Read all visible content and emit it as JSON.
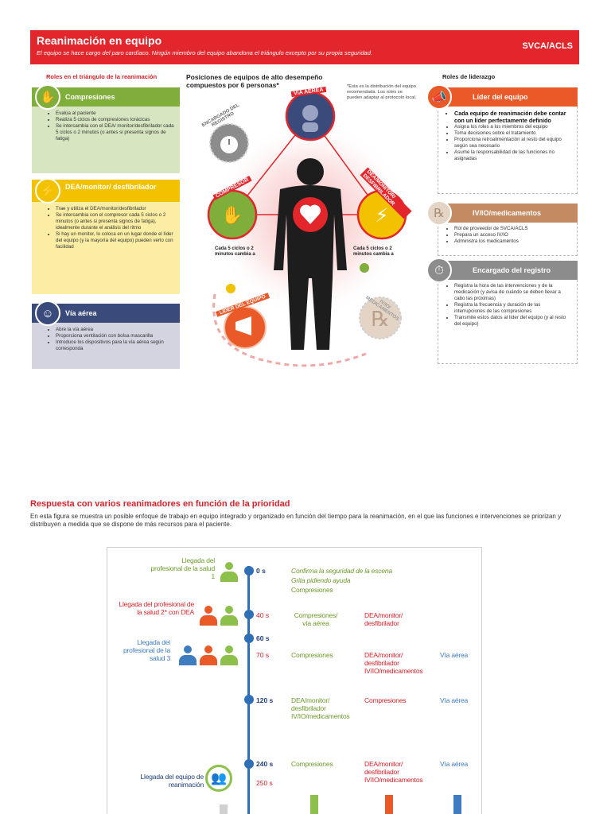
{
  "banner": {
    "title": "Reanimación en equipo",
    "subtitle": "El equipo se hace cargo del paro cardíaco. Ningún miembro del equipo abandona el triángulo excepto por su propia seguridad.",
    "brand": "SVCA/ACLS"
  },
  "left": {
    "heading": "Roles en el triángulo de la reanimación",
    "compresiones": {
      "title": "Compresiones",
      "items": [
        "Evalúa al paciente",
        "Realiza 5 ciclos de compresiones torácicas",
        "Se intercambia con el DEA/ monitor/desfibrilador cada 5 ciclos o 2 minutos (o antes si presenta signos de fatiga)"
      ]
    },
    "dea": {
      "title": "DEA/monitor/ desfibrilador",
      "items": [
        "Trae y utiliza el DEA/monitor/desfibrilador",
        "Se intercambia con el compresor cada 5 ciclos o 2 minutos (o antes si presenta signos de fatiga), idealmente durante el análisis del ritmo",
        "Si hay un monitor, lo coloca en un lugar donde el líder del equipo (y la mayoría del equipo) pueden verlo con facilidad"
      ]
    },
    "via": {
      "title": "Vía aérea",
      "items": [
        "Abre la vía aérea",
        "Proporciona ventilación con bolsa mascarilla",
        "Introduce los dispositivos para la vía aérea según corresponda"
      ]
    }
  },
  "center": {
    "heading": "Posiciones de equipos de alto desempeño compuestos por 6 personas*",
    "note": "*Esta es la distribución del equipo recomendada. Los roles se pueden adaptar al protocolo local.",
    "roles": {
      "via_aerea": "VÍA AÉREA",
      "registro": "ENCARGADO DEL REGISTRO",
      "compresor": "COMPRESOR",
      "dea": "DEA/MONITOR/ DESFIBRILADOR",
      "lider": "LÍDER DEL EQUIPO",
      "medicamentos": "IV/IO/ MEDICAMENTOS"
    },
    "swap_left": "Cada 5 ciclos o 2 minutos cambia a",
    "swap_right": "Cada 5 ciclos o 2 minutos cambia a"
  },
  "right": {
    "heading": "Roles de liderazgo",
    "lider": {
      "title": "Líder del equipo",
      "lead": "Cada equipo de reanimación debe contar con un líder perfectamente definido",
      "items": [
        "Asigna los roles a los miembros del equipo",
        "Toma decisiones sobre el tratamiento",
        "Proporciona retroalimentación al resto del equipo según sea necesario",
        "Asume la responsabilidad de las funciones no asignadas"
      ]
    },
    "medicamentos": {
      "title": "IV/IO/medicamentos",
      "items": [
        "Rol de proveedor de SVCA/ACLS",
        "Prepara un acceso IV/IO",
        "Administra los medicamentos"
      ]
    },
    "registro": {
      "title": "Encargado del registro",
      "items": [
        "Registra la hora de las intervenciones y de la medicación (y avisa de cuándo se deben llevar a cabo las próximas)",
        "Registra la frecuencia y duración de las interrupciones de las compresiones",
        "Transmite estos datos al líder del equipo (y al resto del equipo)"
      ]
    }
  },
  "section2": {
    "title": "Respuesta con varios reanimadores en función de la prioridad",
    "desc": "En esta figura se muestra un posible enfoque de trabajo en equipo integrado y organizado en función del tiempo para la reanimación, en el que las funciones e intervenciones se priorizan y distribuyen a medida que se dispone de más recursos para el paciente."
  },
  "timeline": {
    "arrival1": "Llegada del profesional de la salud 1",
    "arrival2": "Llegada del profesional de la salud 2* con DEA",
    "arrival3": "Llegada del profesional de la salud 3",
    "arrival_team": "Llegada del equipo de reanimación",
    "t0": "0 s",
    "t40": "40 s",
    "t60": "60 s",
    "t70": "70 s",
    "t120": "120 s",
    "t240": "240 s",
    "t250": "250 s",
    "row0": [
      "Confirma la seguridad de la escena",
      "Grita pidiendo ayuda",
      "Compresiones"
    ],
    "row40": [
      "Compresiones/ vía aérea",
      "DEA/monitor/ desfibrilador"
    ],
    "row70": [
      "Compresiones",
      "DEA/monitor/ desfibrilador IV/IO/medicamentos",
      "Vía aérea"
    ],
    "row120": [
      "DEA/monitor/ desfibrilador IV/IO/medicamentos",
      "Compresiones",
      "Vía aérea"
    ],
    "row240": [
      "Compresiones",
      "DEA/monitor/ desfibrilador IV/IO/medicamentos",
      "Vía aérea"
    ]
  },
  "colors": {
    "red": "#e2262c",
    "green": "#7fae3a",
    "yellow": "#f2c200",
    "navy": "#3a4a7a",
    "orange": "#ea5a28",
    "brown": "#c48b63",
    "gray": "#8c8c8c",
    "timeline_blue": "#2f6fb5"
  }
}
